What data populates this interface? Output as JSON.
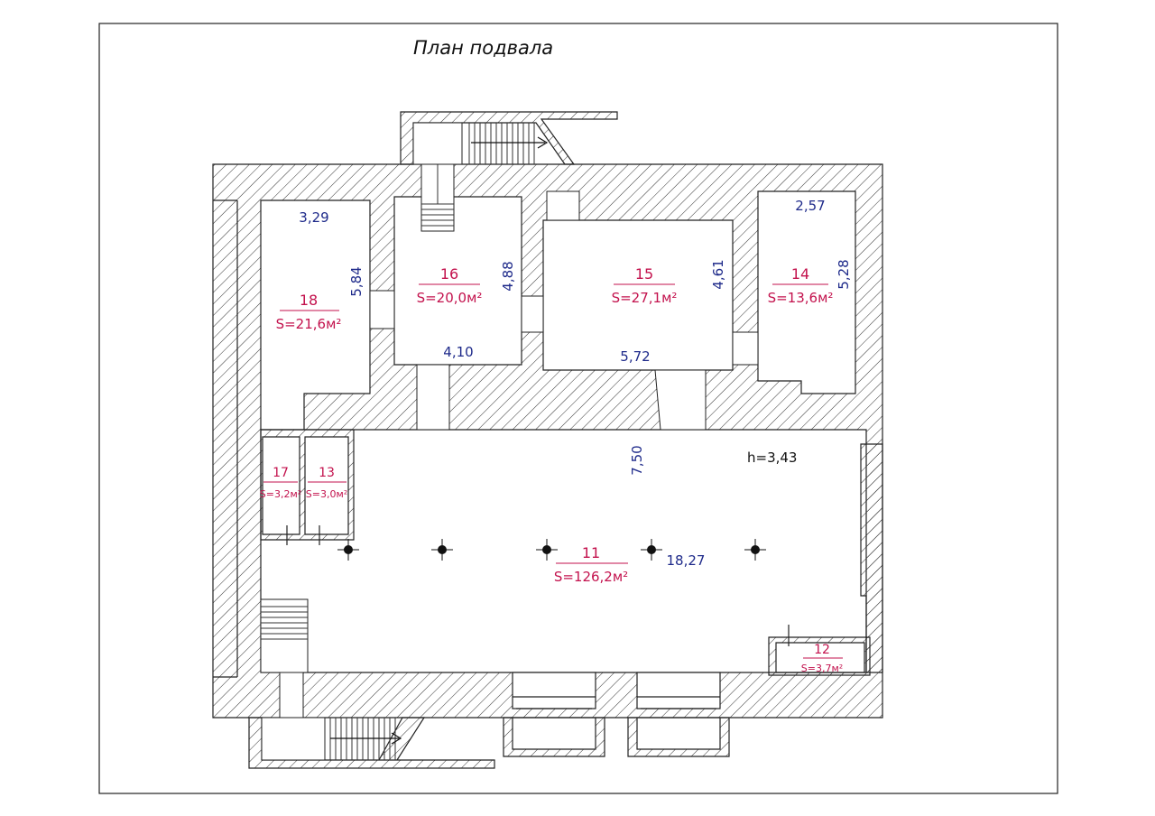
{
  "title": "План подвала",
  "ceiling_height": "h=3,43",
  "rooms": [
    {
      "id": "r18",
      "number": "18",
      "area": "S=21,6м²"
    },
    {
      "id": "r16",
      "number": "16",
      "area": "S=20,0м²"
    },
    {
      "id": "r15",
      "number": "15",
      "area": "S=27,1м²"
    },
    {
      "id": "r14",
      "number": "14",
      "area": "S=13,6м²"
    },
    {
      "id": "r17",
      "number": "17",
      "area": "S=3,2м²"
    },
    {
      "id": "r13",
      "number": "13",
      "area": "S=3,0м²"
    },
    {
      "id": "r11",
      "number": "11",
      "area": "S=126,2м²"
    },
    {
      "id": "r12",
      "number": "12",
      "area": "S=3,7м²"
    }
  ],
  "dimensions": {
    "r18_width": "3,29",
    "r18_length": "5,84",
    "r16_length": "4,88",
    "r16_width": "4,10",
    "r15_length": "4,61",
    "r15_width": "5,72",
    "r14_width": "2,57",
    "r14_length": "5,28",
    "r11_depth": "7,50",
    "r11_length": "18,27"
  },
  "colors": {
    "room_label": "#c3124d",
    "dimension": "#1e2a8a",
    "wall_hatch": "#333333"
  }
}
